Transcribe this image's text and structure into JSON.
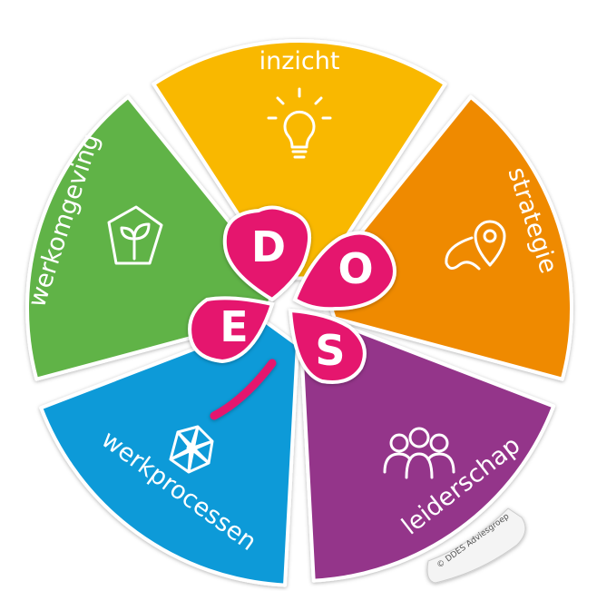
{
  "segments": [
    {
      "id": "inzicht",
      "label": "inzicht",
      "icon": "lightbulb-icon",
      "color": "#F9B800"
    },
    {
      "id": "strategie",
      "label": "strategie",
      "icon": "location-pin-icon",
      "color": "#EF8A00"
    },
    {
      "id": "leiderschap",
      "label": "leiderschap",
      "icon": "people-group-icon",
      "color": "#94358A"
    },
    {
      "id": "werkprocessen",
      "label": "werkprocessen",
      "icon": "network-icon",
      "color": "#0D9AD8"
    },
    {
      "id": "werkomgeving",
      "label": "werkomgeving",
      "icon": "plant-in-house-icon",
      "color": "#60B346"
    }
  ],
  "clover": {
    "color": "#E5176E",
    "letters": [
      "D",
      "O",
      "E",
      "S"
    ]
  },
  "copyright": "© DDES Adviesgroep"
}
